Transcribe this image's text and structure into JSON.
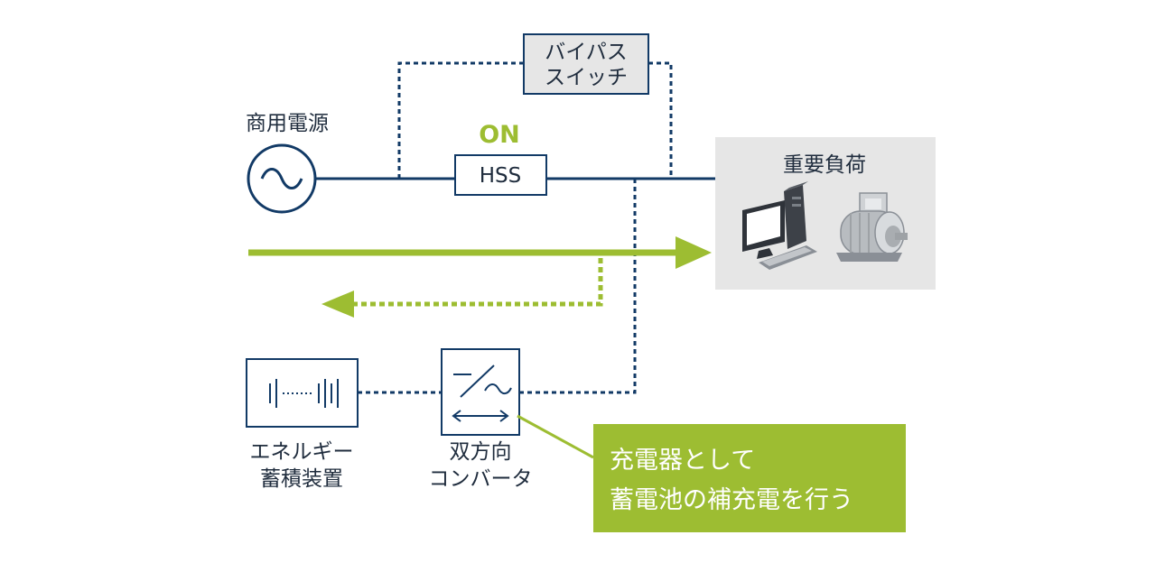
{
  "colors": {
    "line": "#123a66",
    "accent": "#9dbd32",
    "box_gray": "#e6e6e6",
    "callout": "#9dbd32",
    "text": "#1f2c3d"
  },
  "labels": {
    "commercial_power": "商用電源",
    "bypass_switch_line1": "バイパス",
    "bypass_switch_line2": "スイッチ",
    "on_status": "ON",
    "hss": "HSS",
    "critical_load": "重要負荷",
    "storage_line1": "エネルギー",
    "storage_line2": "蓄積装置",
    "converter_line1": "双方向",
    "converter_line2": "コンバータ"
  },
  "callout": {
    "line1": "充電器として",
    "line2": "蓄電池の補充電を行う"
  },
  "icons": {
    "source": "ac-source-icon",
    "computer": "computer-icon",
    "motor": "motor-icon",
    "battery": "battery-icon",
    "converter": "converter-icon"
  }
}
